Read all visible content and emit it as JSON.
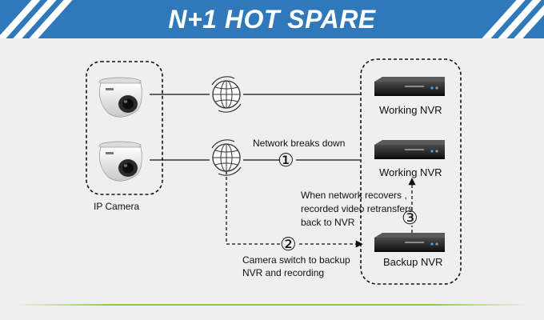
{
  "title": "N+1 HOT SPARE",
  "camera_group_label": "IP Camera",
  "nvrs": {
    "working_1": "Working NVR",
    "working_2": "Working NVR",
    "backup": "Backup NVR"
  },
  "steps": [
    {
      "number": "①",
      "caption": "Network breaks down"
    },
    {
      "number": "②",
      "caption_line1": "Camera switch to backup",
      "caption_line2": "NVR and recording"
    },
    {
      "number": "③",
      "caption_line1": "When network recovers ,",
      "caption_line2": "recorded video retransfers",
      "caption_line3": "back to NVR"
    }
  ],
  "colors": {
    "banner": "#2f79ba",
    "accent_line": "#8cc63f"
  }
}
